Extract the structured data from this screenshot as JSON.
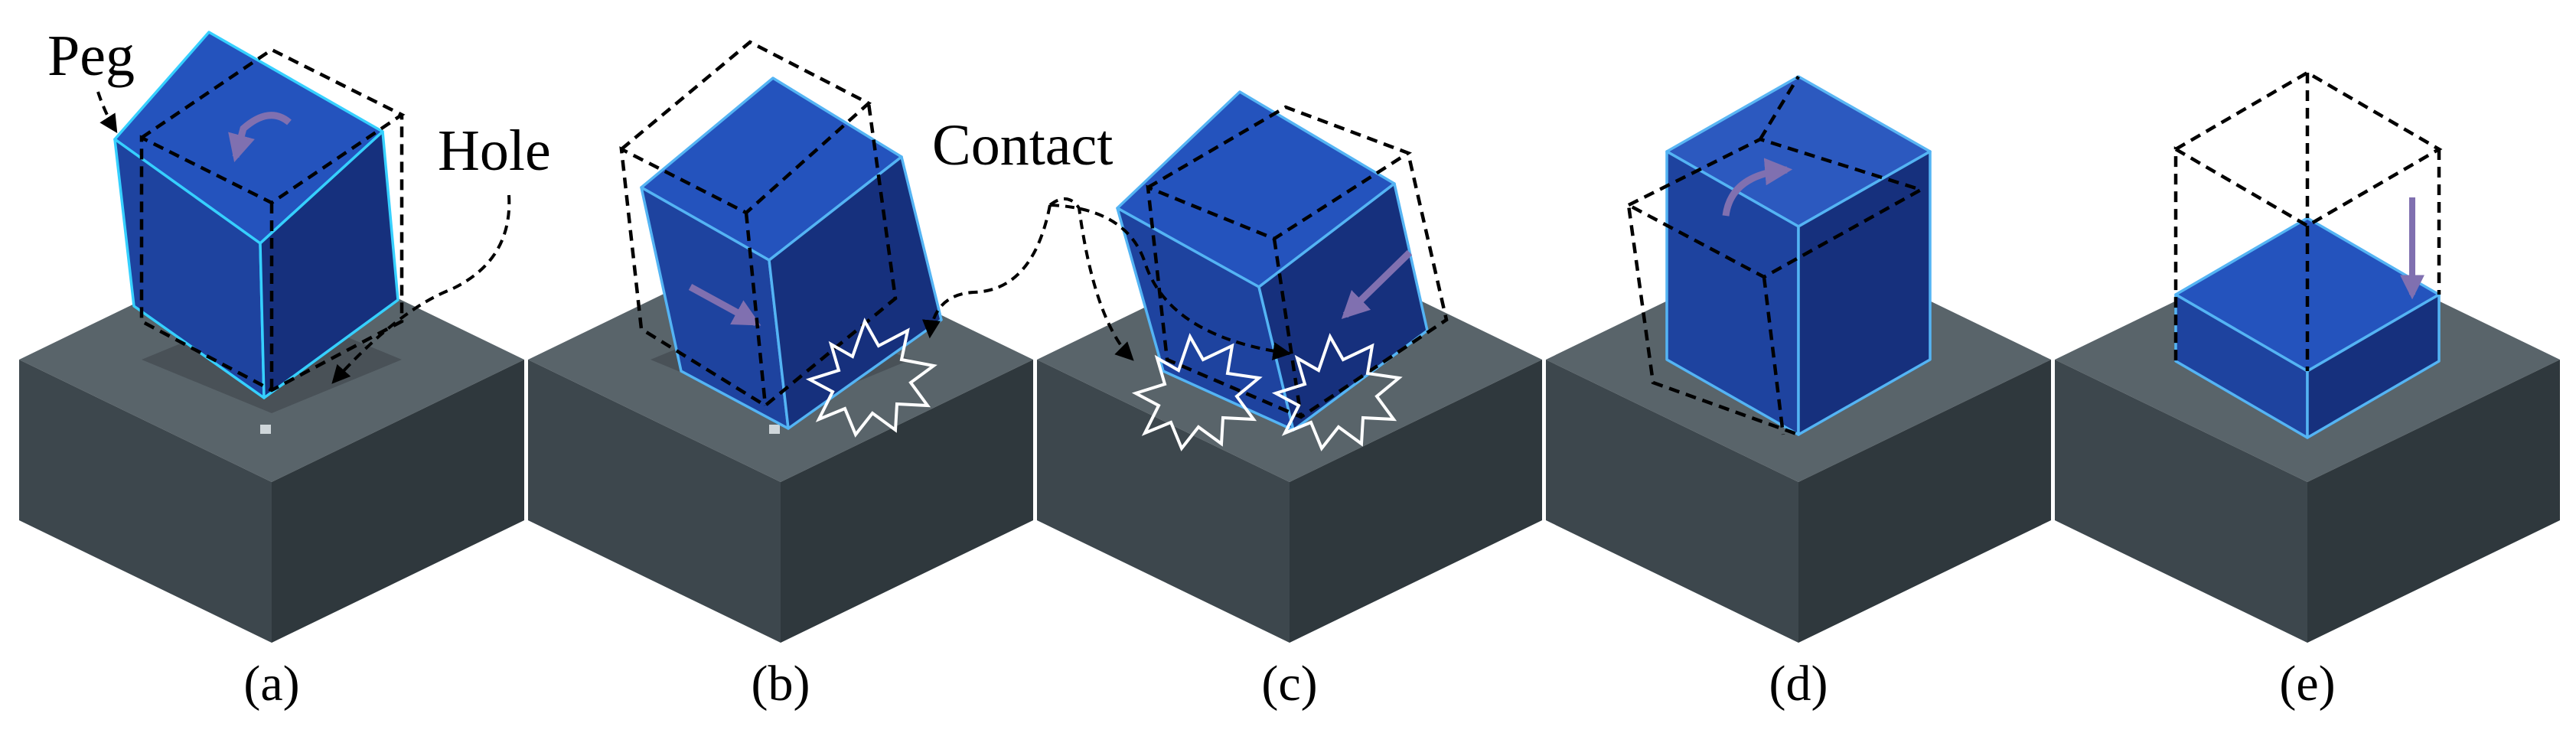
{
  "labels": {
    "peg": "Peg",
    "hole": "Hole",
    "contact": "Contact"
  },
  "panels": [
    {
      "id": "a",
      "label": "(a)"
    },
    {
      "id": "b",
      "label": "(b)"
    },
    {
      "id": "c",
      "label": "(c)"
    },
    {
      "id": "d",
      "label": "(d)"
    },
    {
      "id": "e",
      "label": "(e)"
    }
  ],
  "colors": {
    "base_top": "#59646a",
    "base_left": "#3d474d",
    "base_right": "#2f383d",
    "peg_top": "#2050b8",
    "peg_left": "#1c3f9a",
    "peg_right": "#152f78",
    "peg_edge": "#54b4f4",
    "peg_edge_selected": "#36d0ff",
    "arrow": "#8070b0",
    "contact_burst": "#ffffff",
    "ghost_outline": "#000000"
  },
  "icons": {
    "motion": "motion-arrow-icon",
    "rotation": "rotation-arrow-icon",
    "contact": "contact-burst-icon"
  }
}
